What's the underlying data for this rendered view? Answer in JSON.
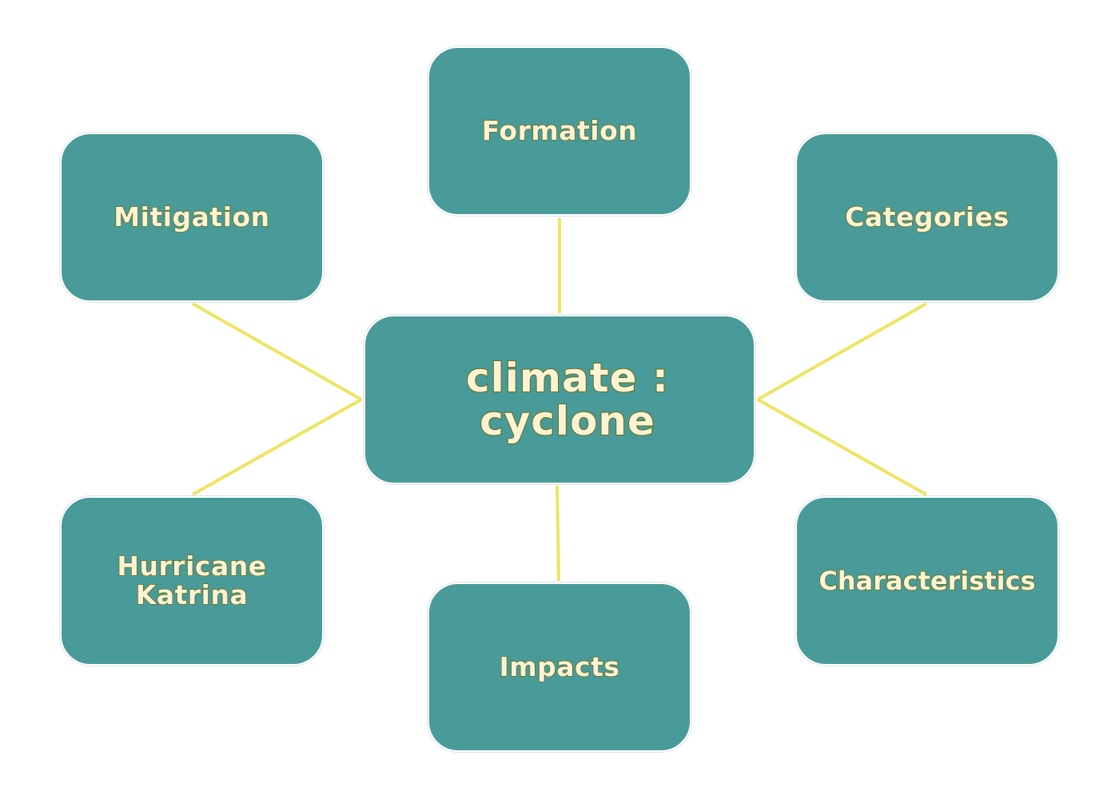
{
  "colors": {
    "node_fill": "#489b98",
    "node_text": "#fbf3d3",
    "text_outline": "#6b6a12",
    "connector": "#ede461"
  },
  "center": {
    "label": "climate : cyclone"
  },
  "nodes": {
    "formation": "Formation",
    "mitigation": "Mitigation",
    "categories": "Categories",
    "katrina": "Hurricane Katrina",
    "characteristics": "Characteristics",
    "impacts": "Impacts"
  }
}
